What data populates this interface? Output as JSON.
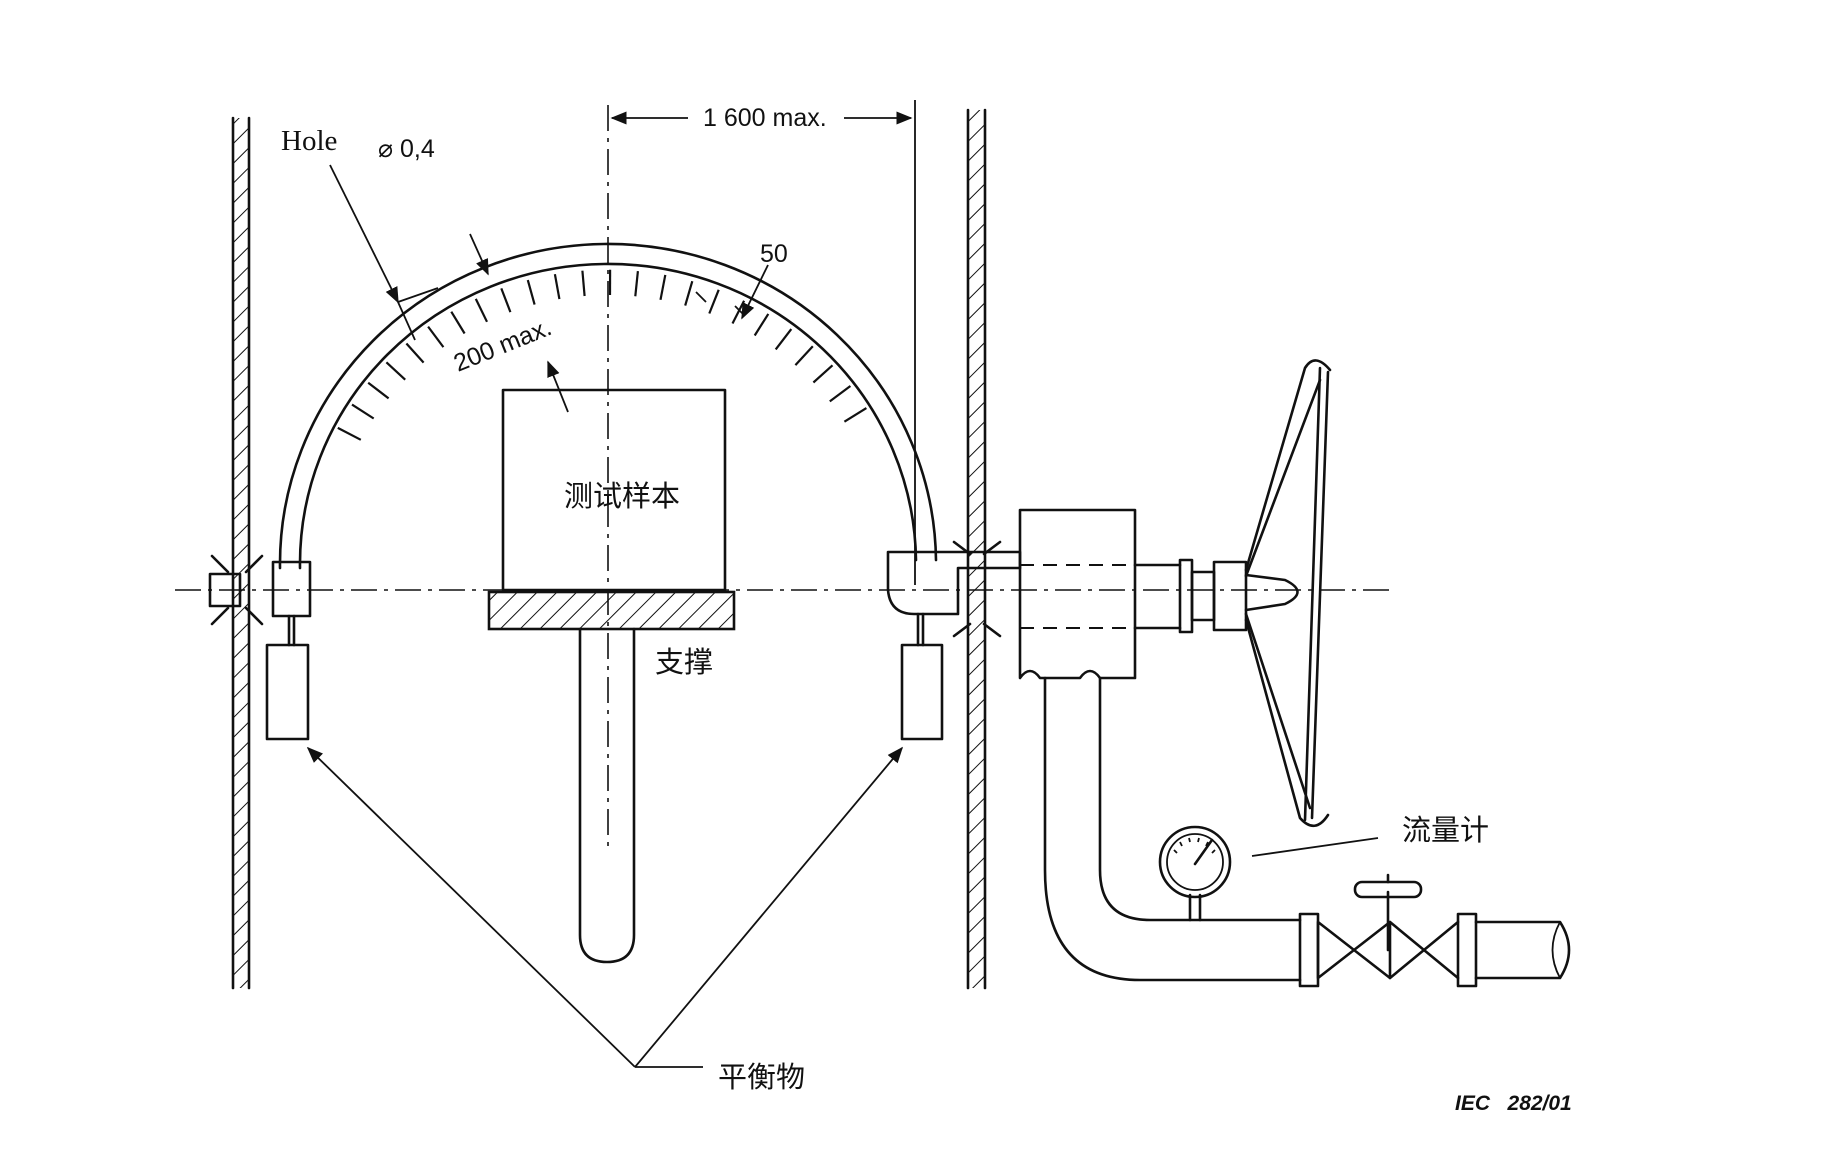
{
  "labels": {
    "hole": "Hole",
    "hole_diameter": "⌀ 0,4",
    "width_max": "1 600 max.",
    "radius_max": "200 max.",
    "spacing": "50",
    "test_sample": "测试样本",
    "support": "支撑",
    "flowmeter": "流量计",
    "counterweight": "平衡物",
    "figure_ref": "IEC   282/01"
  }
}
